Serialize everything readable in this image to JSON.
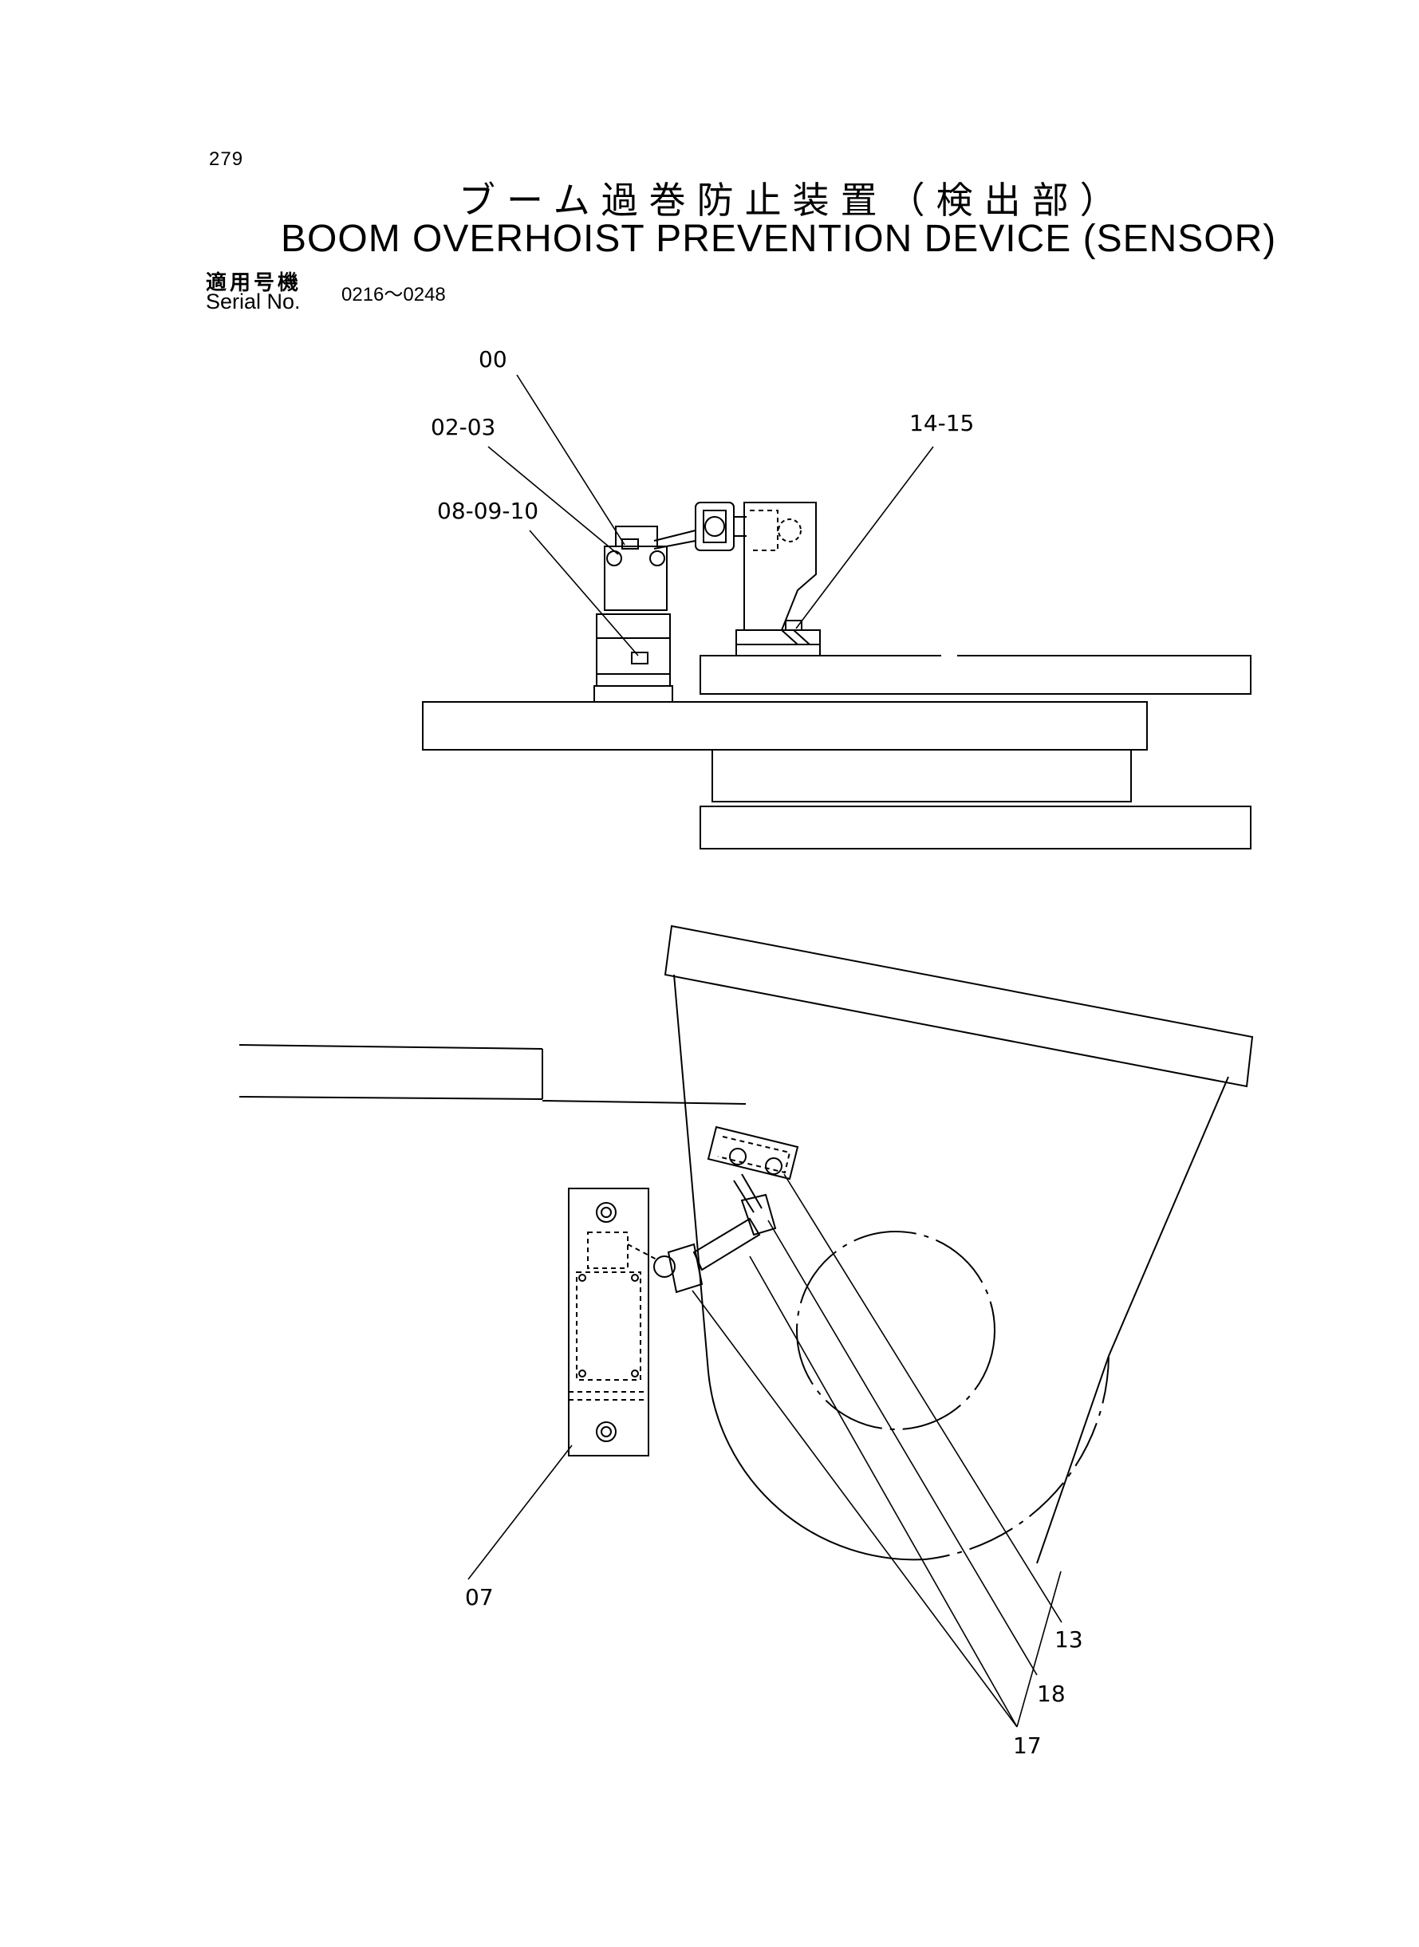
{
  "page": {
    "number": "279",
    "title_jp": "ブーム過巻防止装置（検出部）",
    "title_en": "BOOM OVERHOIST PREVENTION DEVICE (SENSOR)",
    "serial_label_jp": "適用号機",
    "serial_label_en": "Serial No.",
    "serial_range": "0216～0248"
  },
  "callouts": {
    "top": [
      "00",
      "02-03",
      "08-09-10",
      "14-15"
    ],
    "bottom": [
      "07",
      "13",
      "18",
      "17"
    ]
  }
}
